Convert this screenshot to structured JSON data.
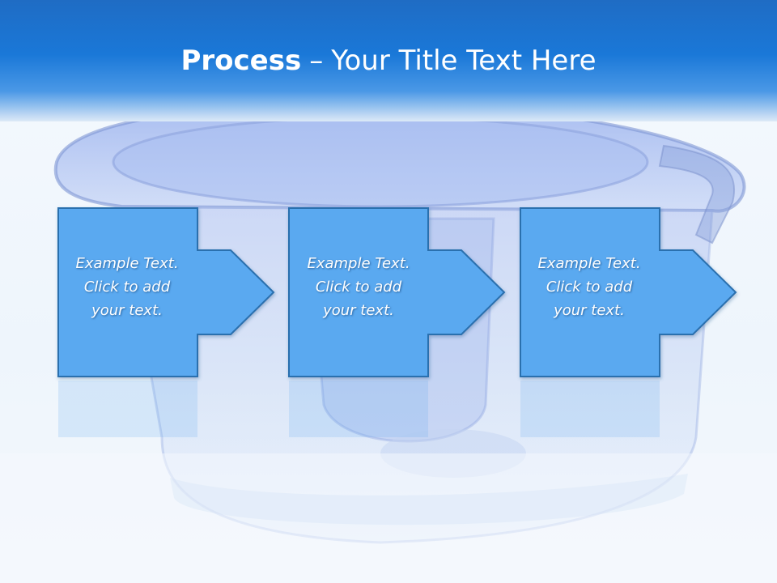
{
  "slide": {
    "title_strong": "Process",
    "title_dash": "–",
    "title_rest": "Your Title Text Here"
  },
  "steps": [
    {
      "line1": "Example Text.",
      "line2": "Click  to add",
      "line3": "your text."
    },
    {
      "line1": "Example Text.",
      "line2": "Click  to add",
      "line3": "your text."
    },
    {
      "line1": "Example Text.",
      "line2": "Click  to add",
      "line3": "your text."
    }
  ],
  "colors": {
    "header_blue": "#1a78d8",
    "box_fill": "#5aa9f0",
    "box_border": "#2a6fae",
    "title_text": "#ffffff",
    "step_text": "#ffffff"
  }
}
